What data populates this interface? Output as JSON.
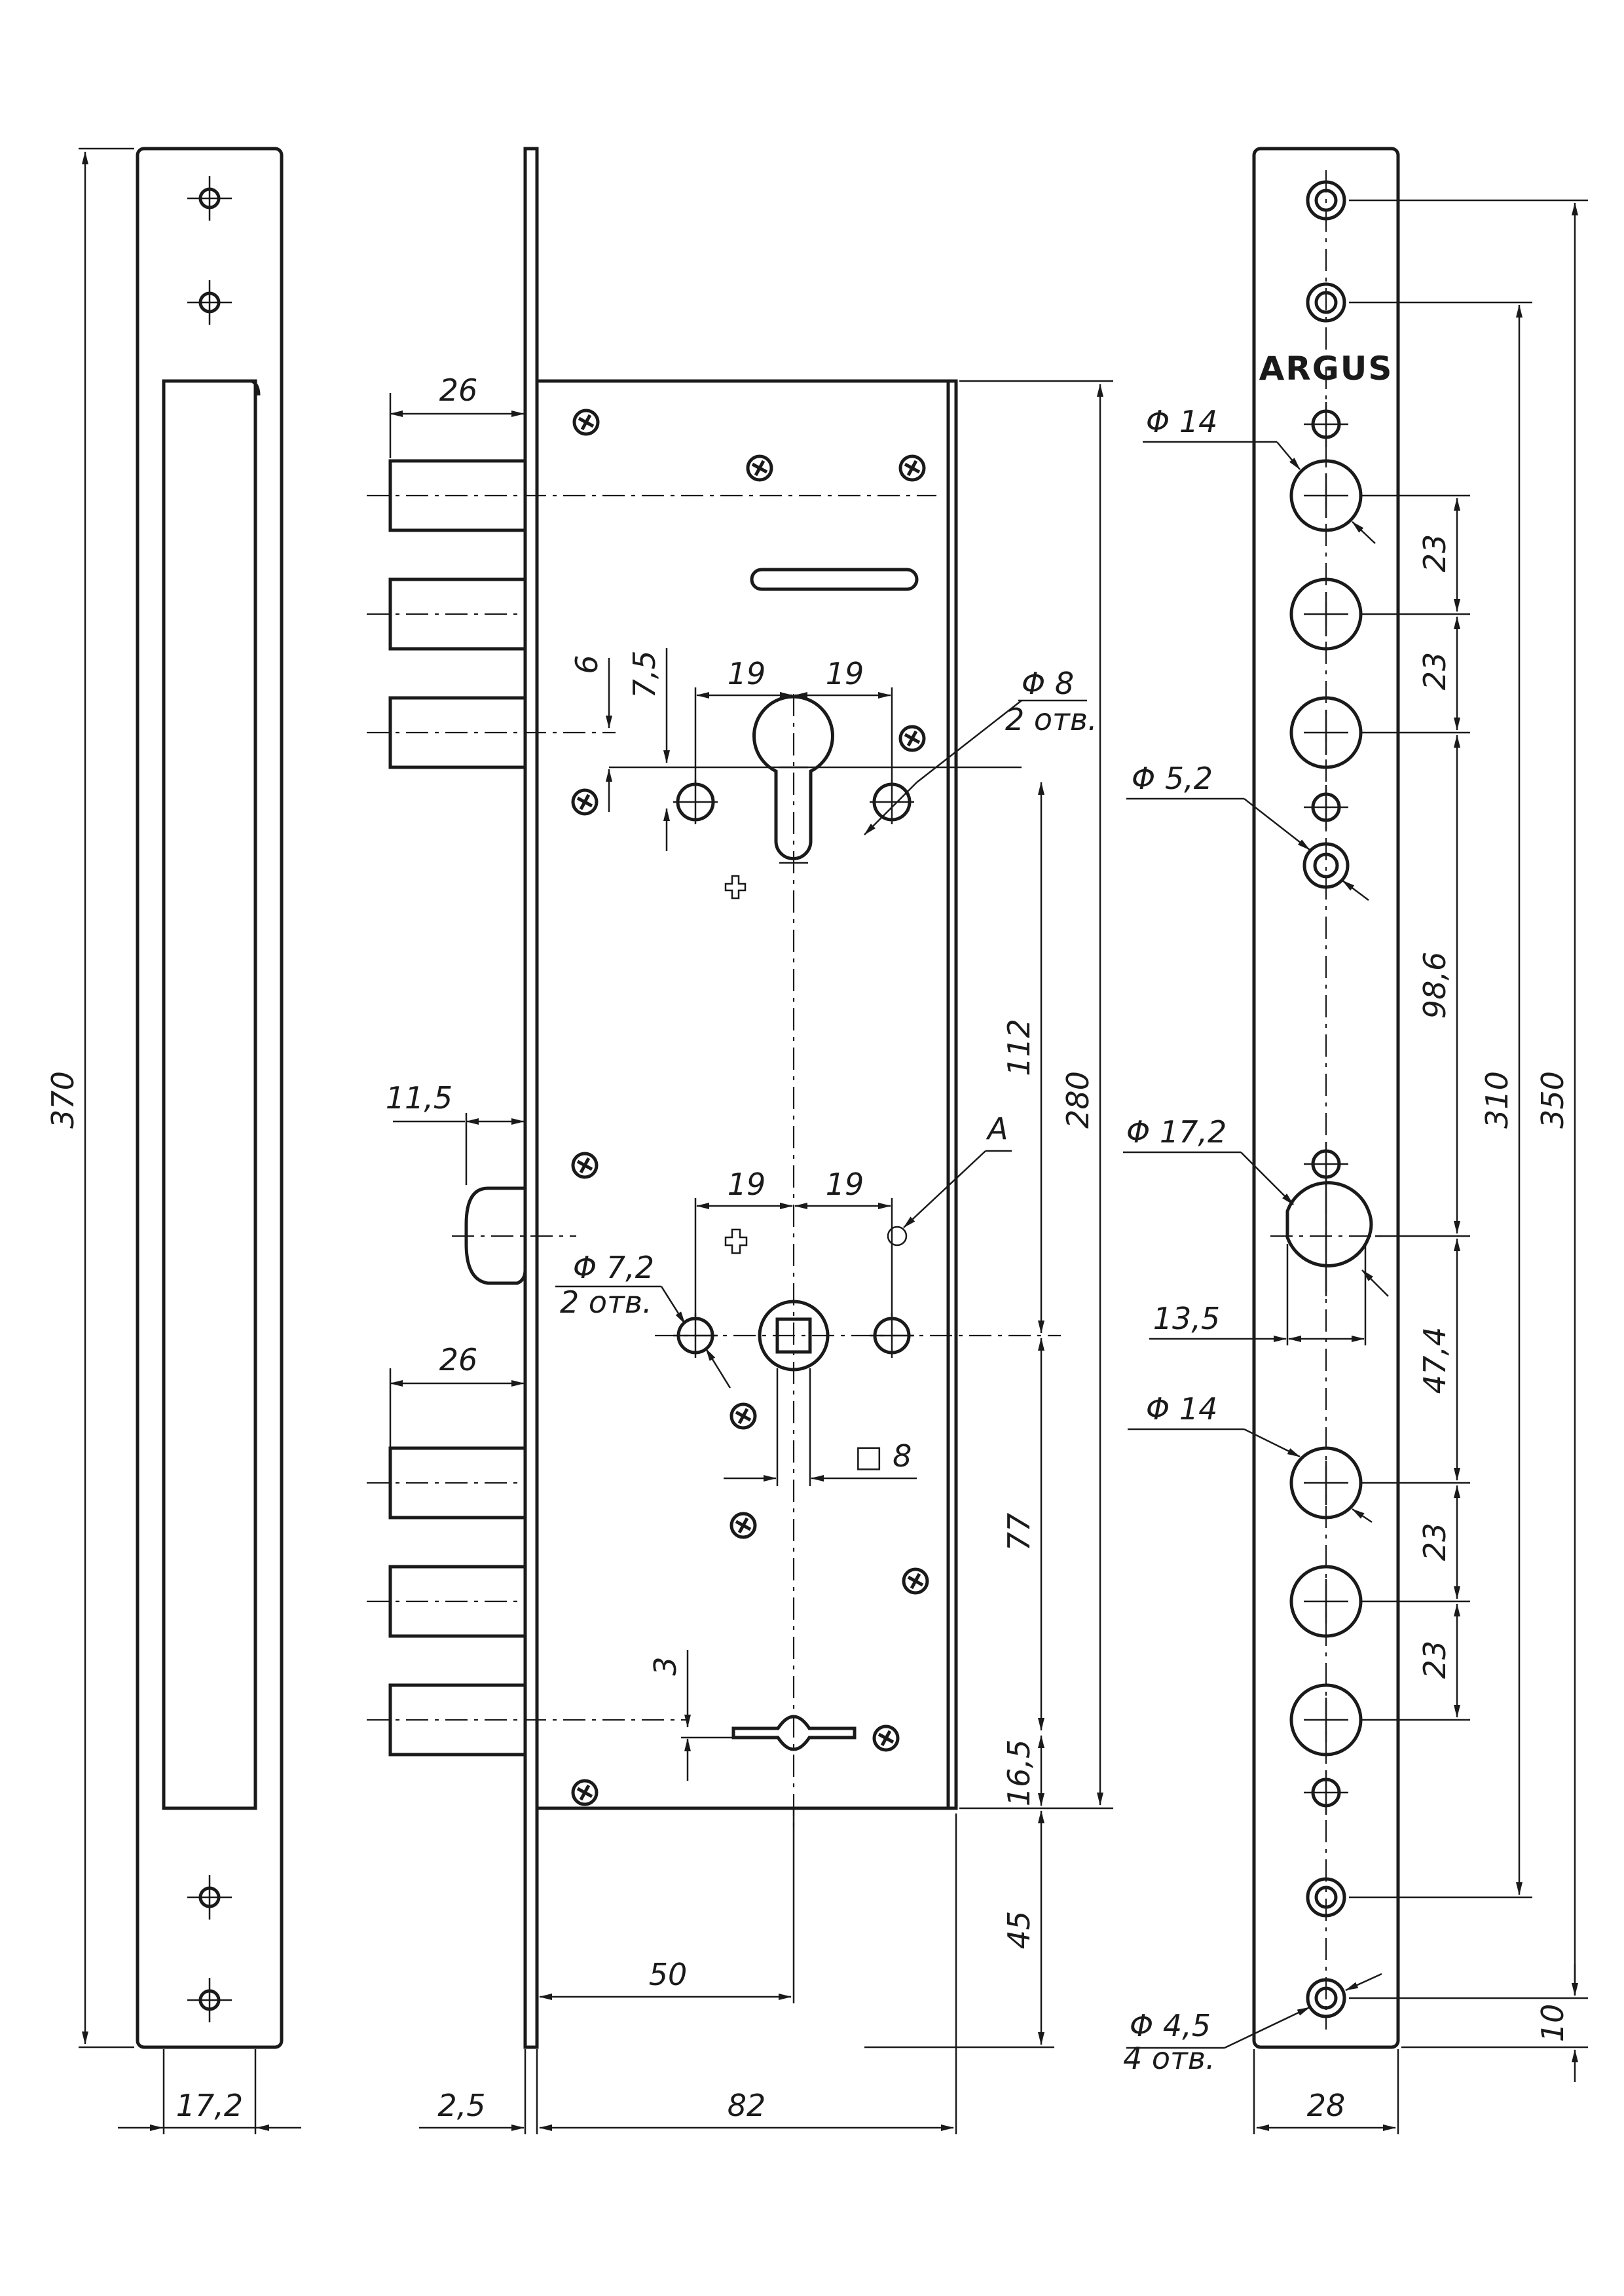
{
  "brand": "ARGUS",
  "dimensions": {
    "left_height": "370",
    "left_width": "17,2",
    "faceplate_thickness": "2,5",
    "case_width": "82",
    "case_height": "280",
    "bolt_length_top": "26",
    "bolt_length_bottom": "26",
    "latch_length": "11,5",
    "backset": "50",
    "upper_offset_6": "6",
    "upper_offset_7_5": "7,5",
    "upper_spacing_left": "19",
    "upper_spacing_right": "19",
    "upper_hole_dia": "Φ 8",
    "upper_hole_count": "2 отв.",
    "center_distance": "112",
    "lower_spacing_left": "19",
    "lower_spacing_right": "19",
    "detail_label": "A",
    "lower_hole_dia": "Φ 7,2",
    "lower_hole_count": "2 отв.",
    "spindle_square": "□ 8",
    "lower_distance_77": "77",
    "bottom_offset_3": "3",
    "bottom_distance_16_5": "16,5",
    "bottom_distance_45": "45",
    "strike_hole_dia_14_top": "Φ 14",
    "strike_spacing_23_a": "23",
    "strike_spacing_23_b": "23",
    "strike_hole_dia_5_2": "Φ 5,2",
    "strike_distance_98_6": "98,6",
    "strike_distance_310": "310",
    "strike_distance_350": "350",
    "strike_hole_dia_17_2": "Φ 17,2",
    "strike_width_13_5": "13,5",
    "strike_distance_47_4": "47,4",
    "strike_hole_dia_14_bottom": "Φ 14",
    "strike_spacing_23_c": "23",
    "strike_spacing_23_d": "23",
    "strike_mount_dia": "Φ 4,5",
    "strike_mount_count": "4 отв.",
    "strike_edge_10": "10",
    "strike_width": "28"
  }
}
